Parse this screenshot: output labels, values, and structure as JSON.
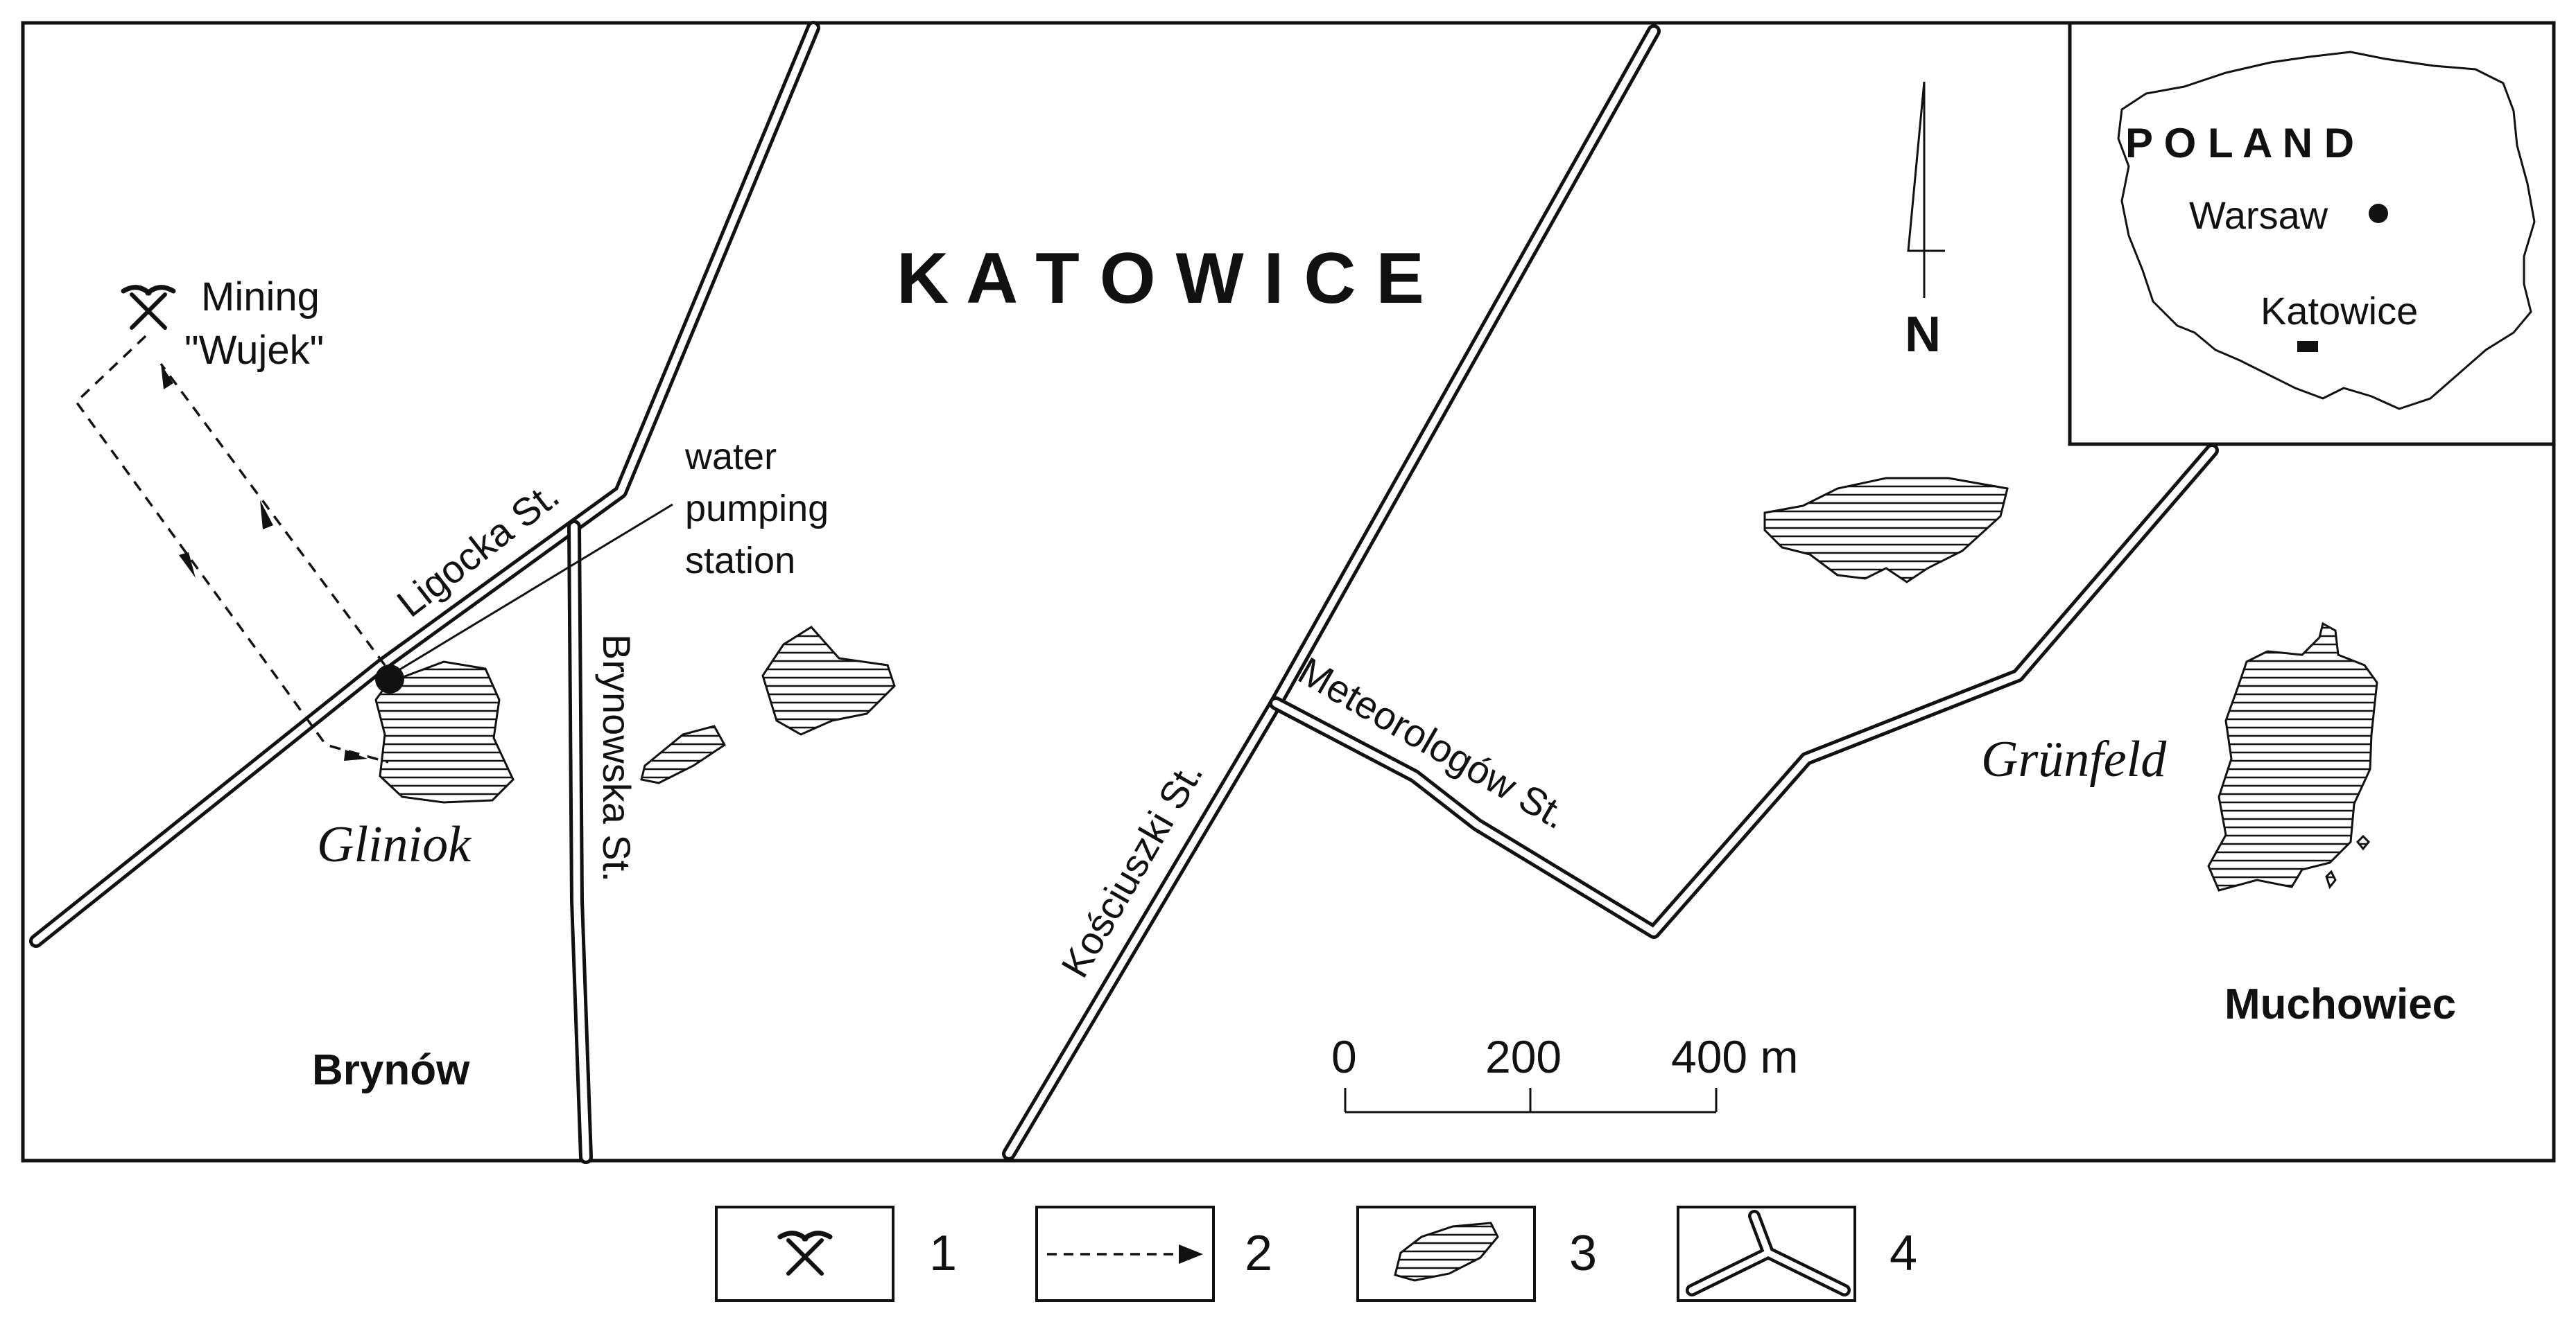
{
  "map": {
    "city_title": "K A T O W I C E",
    "north_label": "N",
    "labels": {
      "mining_line1": "Mining",
      "mining_line2": "\"Wujek\"",
      "pump_line1": "water",
      "pump_line2": "pumping",
      "pump_line3": "station",
      "gliniok": "Gliniok",
      "grunfeld": "Grünfeld",
      "brynow": "Brynów",
      "muchowiec": "Muchowiec"
    },
    "streets": {
      "ligocka": "Ligocka St.",
      "brynowska": "Brynowska St.",
      "kosciuszki": "Kościuszki St.",
      "meteorologow": "Meteorologów St."
    },
    "scale_bar": {
      "ticks": [
        "0",
        "200",
        "400 m"
      ]
    },
    "inset": {
      "country": "P O L A N D",
      "capital": "Warsaw",
      "city": "Katowice"
    }
  },
  "legend": {
    "items": [
      {
        "number": "1",
        "symbol": "mining-icon"
      },
      {
        "number": "2",
        "symbol": "dashed-arrow"
      },
      {
        "number": "3",
        "symbol": "lake-hatched"
      },
      {
        "number": "4",
        "symbol": "road-double-line"
      }
    ]
  },
  "colors": {
    "ink": "#111111",
    "paper": "#ffffff"
  }
}
